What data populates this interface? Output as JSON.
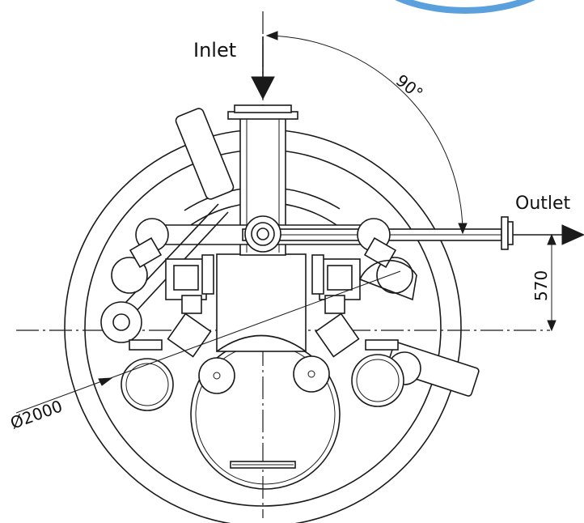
{
  "labels": {
    "inlet": "Inlet",
    "outlet": "Outlet",
    "angle": "90°",
    "height": "570",
    "diameter": "Ø2000"
  },
  "colors": {
    "line": "#1a1a1a",
    "background": "#ffffff",
    "corner_badge": "#5aa0dc"
  }
}
